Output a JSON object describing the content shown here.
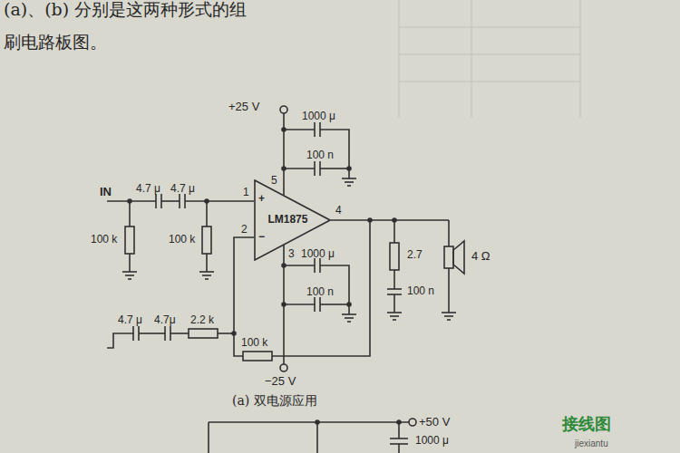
{
  "diagram": {
    "caption": "(a) 双电源应用",
    "nodes": [
      {
        "text": [
          "LM1875"
        ]
      }
    ],
    "labels": [
      "(a)、(b) 分别是这两种形式的组",
      "刷电路板图。",
      "+25 V",
      "1000 μ",
      "100 n",
      "IN",
      "4.7 μ",
      "4.7 μ",
      "100 k",
      "100 k",
      "1",
      "+",
      "5",
      "4",
      "2",
      "−",
      "3",
      "1000 μ",
      "100 n",
      "2.7",
      "100 n",
      "4 Ω",
      "4.7 μ",
      "4.7μ",
      "2.2 k",
      "100 k",
      "−25 V",
      "+50 V",
      "1000 μ",
      "接线图",
      "jiexiantu"
    ]
  }
}
